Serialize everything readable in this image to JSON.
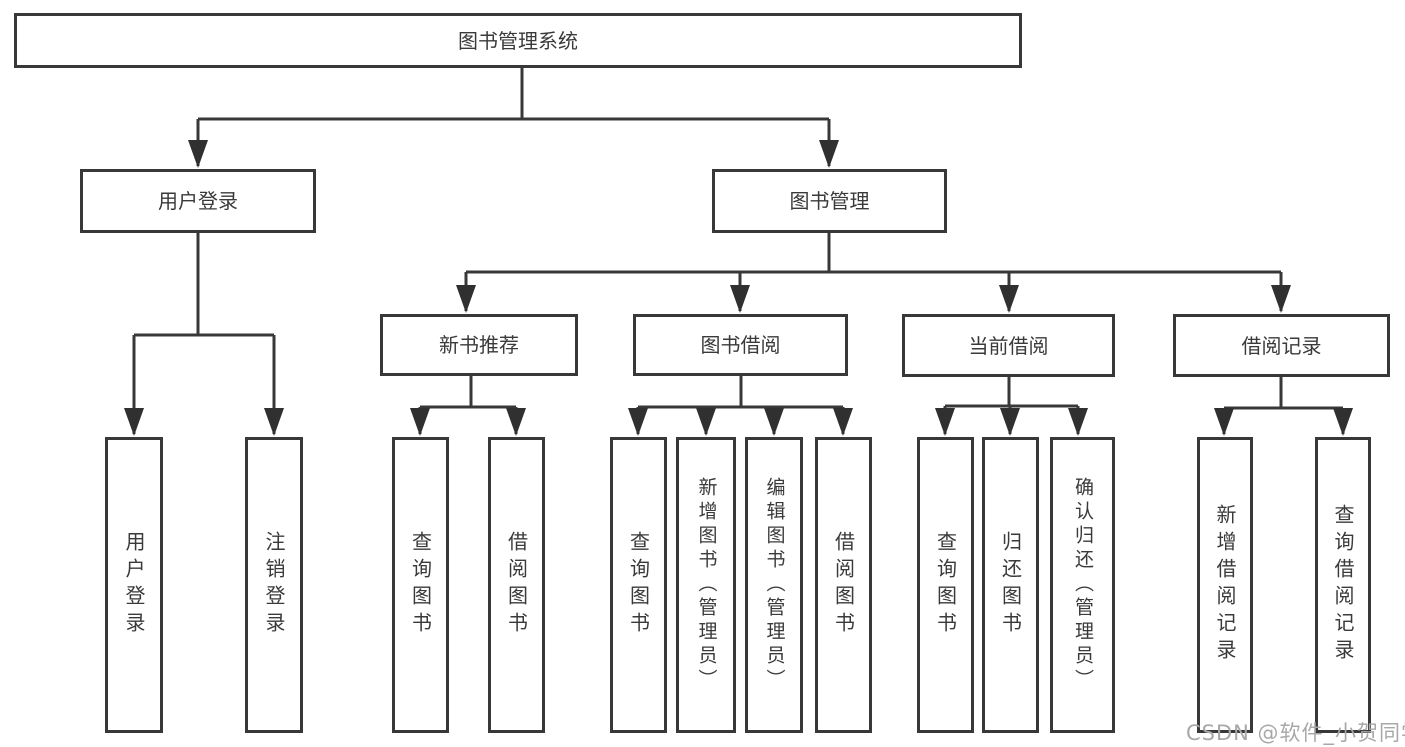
{
  "diagram_title": "图书管理系统",
  "tree": {
    "root": {
      "label": "图书管理系统"
    },
    "level2": {
      "user_login": {
        "label": "用户登录"
      },
      "book_management": {
        "label": "图书管理"
      }
    },
    "level3": {
      "new_book_recommend": {
        "label": "新书推荐"
      },
      "book_borrow": {
        "label": "图书借阅"
      },
      "current_borrow": {
        "label": "当前借阅"
      },
      "borrow_records": {
        "label": "借阅记录"
      }
    },
    "leaves": {
      "user_login": [
        "用户登录",
        "注销登录"
      ],
      "new_book_recommend": [
        "查询图书",
        "借阅图书"
      ],
      "book_borrow": [
        "查询图书",
        "新增图书（管理员）",
        "编辑图书（管理员）",
        "借阅图书"
      ],
      "current_borrow": [
        "查询图书",
        "归还图书",
        "确认归还（管理员）"
      ],
      "borrow_records": [
        "新增借阅记录",
        "查询借阅记录"
      ]
    }
  },
  "watermark": {
    "text": "CSDN @软件_小贺同学"
  },
  "colors": {
    "line": "#383838",
    "arrow": "#303030",
    "text": "#3a3a3a",
    "watermark": "#a8a8a8",
    "background": "#ffffff"
  }
}
